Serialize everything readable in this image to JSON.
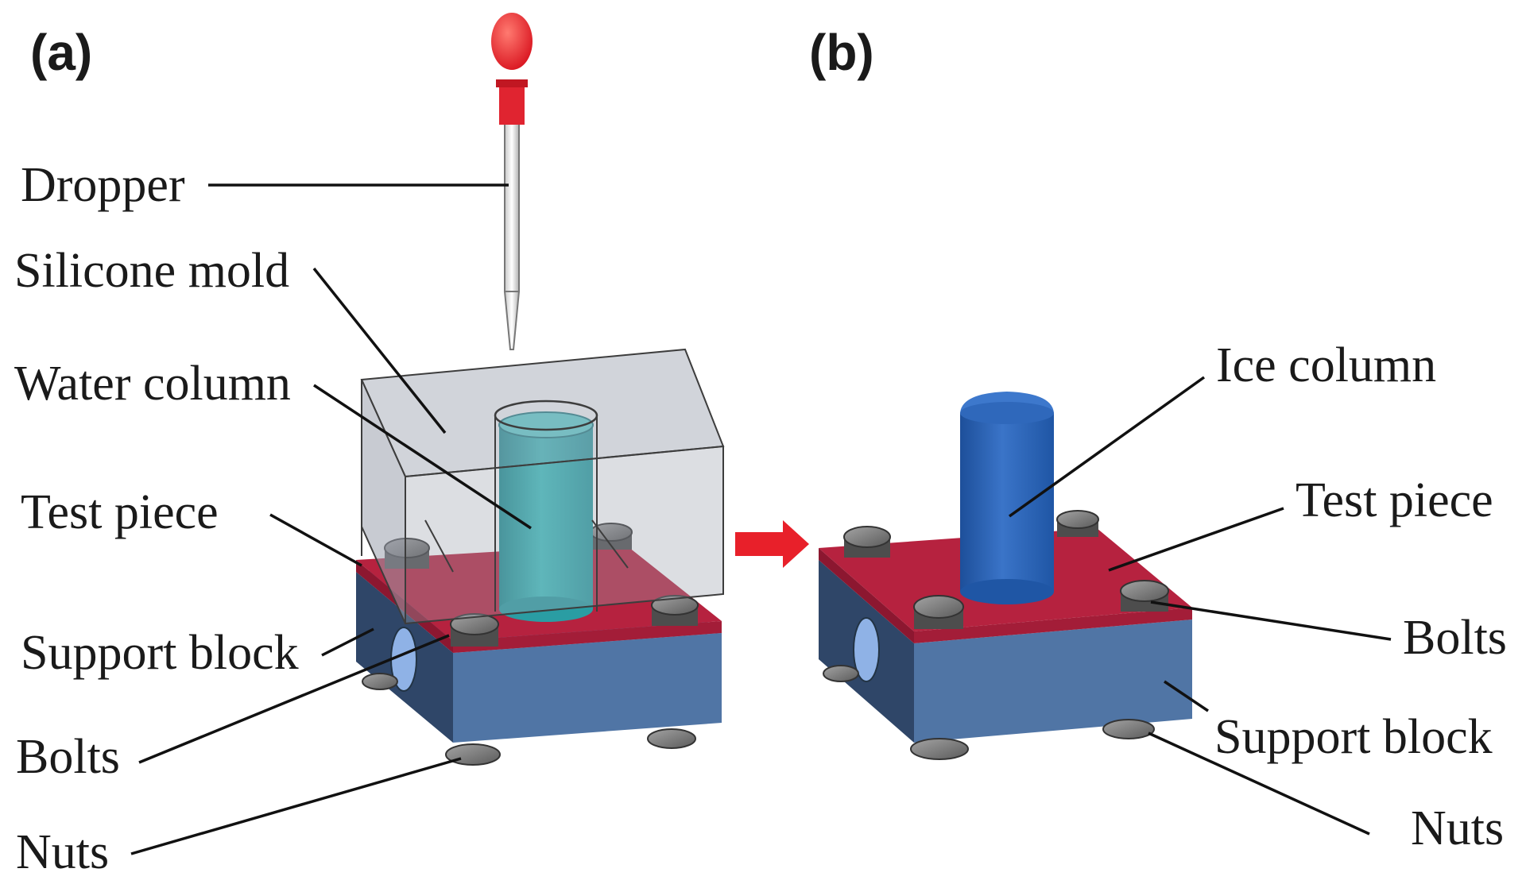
{
  "panels": [
    {
      "label": "(a)",
      "callouts": {
        "dropper": "Dropper",
        "silicone_mold": "Silicone mold",
        "water_column": "Water column",
        "test_piece": "Test piece",
        "support_block": "Support block",
        "bolts": "Bolts",
        "nuts": "Nuts"
      }
    },
    {
      "label": "(b)",
      "callouts": {
        "ice_column": "Ice column",
        "test_piece": "Test piece",
        "bolts": "Bolts",
        "support_block": "Support block",
        "nuts": "Nuts"
      }
    }
  ],
  "colors": {
    "support_block": "#4f709e",
    "test_piece": "#b6223f",
    "water_column": "#35b5b5",
    "ice_column": "#2a5fae",
    "silicone_mold": "#9aa0ad",
    "dropper_bulb": "#e02430",
    "bolt": "#6b6b6b",
    "arrow": "#e8202a"
  }
}
